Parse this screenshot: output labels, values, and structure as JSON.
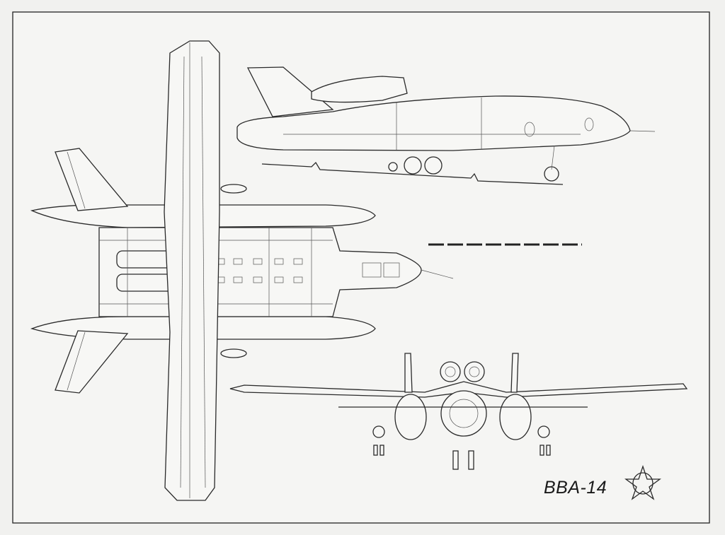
{
  "title": "BBA-14",
  "emblem": "star-roundel",
  "views": [
    "top-view",
    "side-view",
    "front-view"
  ],
  "colors": {
    "paper": "#f1f1ef",
    "ink": "#2a2a2a"
  }
}
